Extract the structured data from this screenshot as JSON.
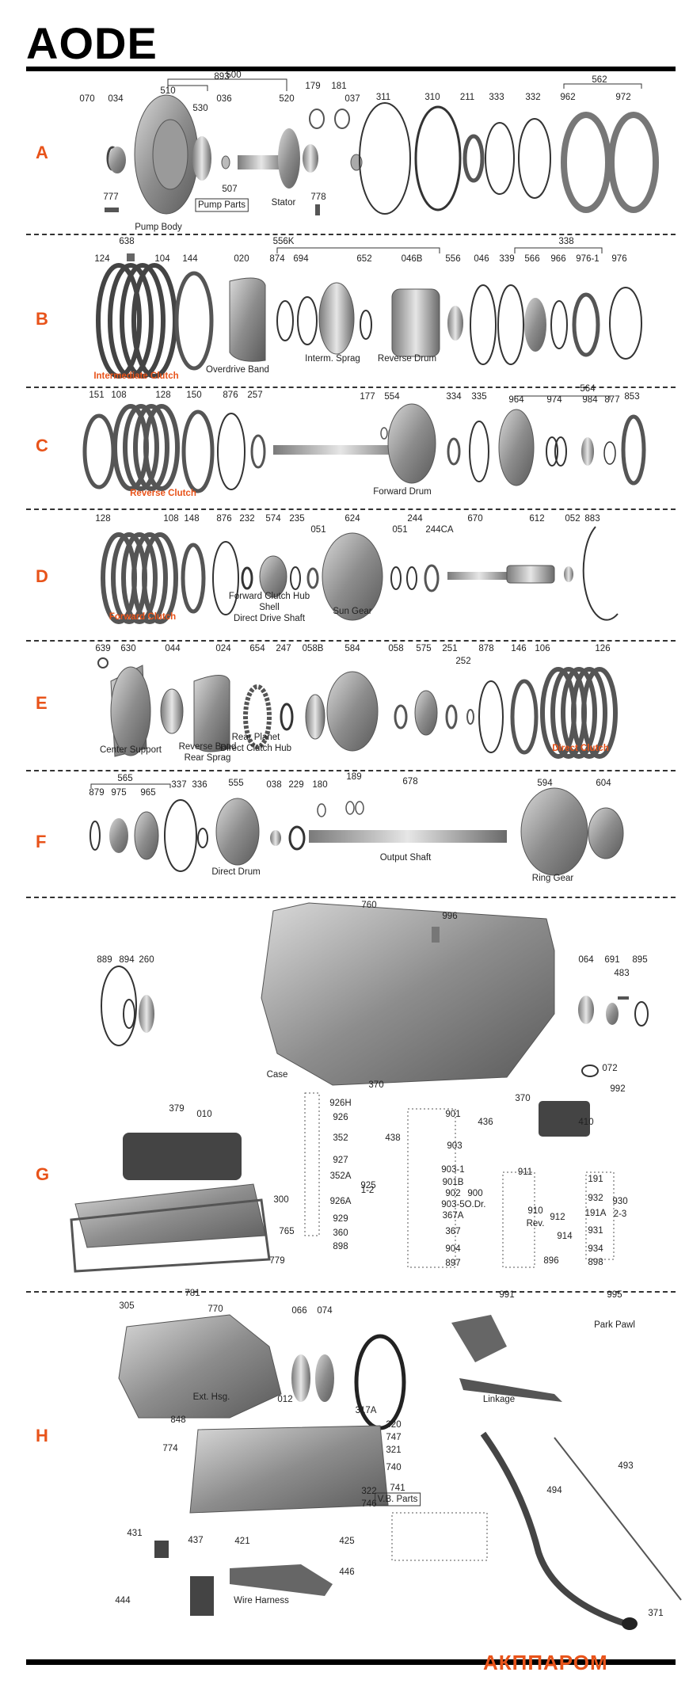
{
  "title": "AODE",
  "brand": "АКППАРОМ",
  "accent_color": "#e8531a",
  "sections": {
    "A": {
      "letter": "A",
      "numbers": [
        "070",
        "034",
        "510",
        "500",
        "530",
        "036",
        "520",
        "179",
        "181",
        "037",
        "311",
        "310",
        "211",
        "333",
        "332",
        "562",
        "962",
        "972",
        "777",
        "507",
        "778"
      ],
      "names": [
        "Pump Body",
        "Stator"
      ],
      "boxed": "Pump Parts"
    },
    "B": {
      "letter": "B",
      "numbers": [
        "638",
        "124",
        "104",
        "144",
        "020",
        "556K",
        "874",
        "694",
        "652",
        "046B",
        "556",
        "046",
        "339",
        "338",
        "566",
        "966",
        "976-1",
        "976",
        "893"
      ],
      "names": [
        "Overdrive Band",
        "Interm. Sprag",
        "Reverse Drum"
      ],
      "highlight": "Intermediate Clutch"
    },
    "C": {
      "letter": "C",
      "numbers": [
        "151",
        "108",
        "128",
        "150",
        "876",
        "257",
        "177",
        "554",
        "334",
        "335",
        "564",
        "964",
        "974",
        "984",
        "877",
        "853"
      ],
      "names": [
        "Forward Drum"
      ],
      "highlight": "Reverse Clutch"
    },
    "D": {
      "letter": "D",
      "numbers": [
        "128",
        "108",
        "148",
        "876",
        "232",
        "574",
        "235",
        "051",
        "624",
        "051",
        "244",
        "244CA",
        "670",
        "612",
        "052",
        "883"
      ],
      "names": [
        "Forward Clutch Hub",
        "Shell",
        "Direct Drive Shaft",
        "Sun Gear"
      ],
      "highlight": "Forward Clutch"
    },
    "E": {
      "letter": "E",
      "numbers": [
        "639",
        "630",
        "044",
        "024",
        "654",
        "247",
        "058B",
        "584",
        "058",
        "575",
        "251",
        "252",
        "878",
        "146",
        "106",
        "126"
      ],
      "names": [
        "Center Support",
        "Reverse Band",
        "Rear Sprag",
        "Rear Planet",
        "Direct Clutch Hub"
      ],
      "highlight": "Direct Clutch"
    },
    "F": {
      "letter": "F",
      "numbers": [
        "565",
        "879",
        "975",
        "965",
        "337",
        "336",
        "555",
        "038",
        "229",
        "180",
        "189",
        "678",
        "594",
        "604"
      ],
      "names": [
        "Direct Drum",
        "Output Shaft",
        "Ring Gear"
      ]
    },
    "G": {
      "letter": "G",
      "numbers": [
        "760",
        "996",
        "889",
        "894",
        "260",
        "064",
        "691",
        "483",
        "895",
        "072",
        "992",
        "370",
        "370",
        "926H",
        "379",
        "010",
        "926",
        "901",
        "436",
        "410",
        "438",
        "352",
        "903",
        "927",
        "903-1",
        "901B",
        "911",
        "191",
        "352A",
        "925",
        "900",
        "902",
        "903-5",
        "932",
        "300",
        "926A",
        "367A",
        "910",
        "191A",
        "930",
        "929",
        "367",
        "912",
        "931",
        "765",
        "360",
        "904",
        "914",
        "934",
        "779",
        "898",
        "897",
        "896",
        "898"
      ],
      "names": [
        "Case"
      ],
      "group_labels": [
        "1-2",
        "O.Dr.",
        "Rev.",
        "2-3"
      ]
    },
    "H": {
      "letter": "H",
      "numbers": [
        "305",
        "781",
        "770",
        "066",
        "074",
        "991",
        "995",
        "012",
        "317A",
        "848",
        "320",
        "747",
        "321",
        "774",
        "740",
        "493",
        "494",
        "322",
        "741",
        "746",
        "431",
        "437",
        "421",
        "425",
        "446",
        "444",
        "371"
      ],
      "names": [
        "Ext. Hsg.",
        "Park Pawl",
        "Linkage",
        "Wire Harness"
      ],
      "boxed": "V.B. Parts"
    }
  }
}
